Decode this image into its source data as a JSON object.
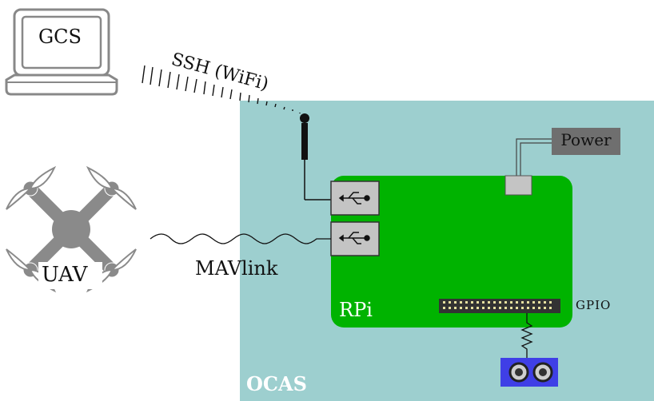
{
  "labels": {
    "gcs": "GCS",
    "ssh": "SSH (WiFi)",
    "power": "Power",
    "mavlink": "MAVlink",
    "uav": "UAV",
    "rpi": "RPi",
    "gpio": "GPIO",
    "ocas": "OCAS"
  },
  "colors": {
    "ocas_panel": "#9dcfcf",
    "rpi_board": "#00b300",
    "usb_port": "#c4c4c4",
    "power_box": "#6f6f6f",
    "sensor": "#3f3fe6",
    "gpio_header": "#333333",
    "drone": "#8a8a8a"
  },
  "icons": [
    "laptop-icon",
    "drone-icon",
    "antenna-icon",
    "usb-icon",
    "ultrasonic-sensor-icon"
  ]
}
